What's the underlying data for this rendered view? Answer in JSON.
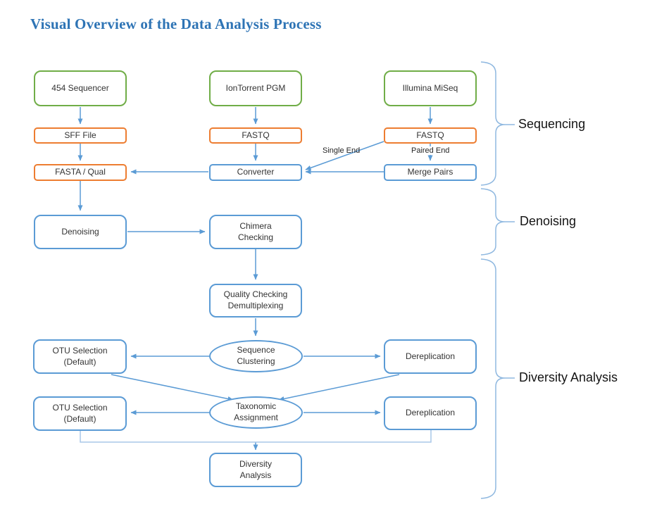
{
  "title": "Visual Overview of the Data Analysis Process",
  "colors": {
    "title_blue": "#2E74B5",
    "sequencer_green": "#70AD47",
    "file_orange": "#ED7D31",
    "process_blue": "#5B9BD5",
    "connector_light_blue": "#A9C7E9",
    "brace_blue": "#8FB8E0",
    "text_dark": "#333333"
  },
  "nodes": {
    "seq454": {
      "label": "454 Sequencer"
    },
    "iontorrent": {
      "label": "IonTorrent PGM"
    },
    "illumina": {
      "label": "Illumina MiSeq"
    },
    "sff": {
      "label": "SFF File"
    },
    "fastq_mid": {
      "label": "FASTQ"
    },
    "fastq_right": {
      "label": "FASTQ"
    },
    "fasta_qual": {
      "label": "FASTA / Qual"
    },
    "converter": {
      "label": "Converter"
    },
    "merge_pairs": {
      "label": "Merge Pairs"
    },
    "denoising": {
      "label": "Denoising"
    },
    "chimera": {
      "lines": [
        "Chimera",
        "Checking"
      ]
    },
    "quality": {
      "lines": [
        "Quality Checking",
        "Demultiplexing"
      ]
    },
    "seq_clustering": {
      "lines": [
        "Sequence",
        "Clustering"
      ]
    },
    "otu1": {
      "lines": [
        "OTU Selection",
        "(Default)"
      ]
    },
    "derep1": {
      "label": "Dereplication"
    },
    "taxonomic": {
      "lines": [
        "Taxonomic",
        "Assignment"
      ]
    },
    "otu2": {
      "lines": [
        "OTU Selection",
        "(Default)"
      ]
    },
    "derep2": {
      "label": "Dereplication"
    },
    "diversity": {
      "lines": [
        "Diversity",
        "Analysis"
      ]
    }
  },
  "edge_labels": {
    "single_end": "Single End",
    "paired_end": "Paired End"
  },
  "stage_labels": {
    "sequencing": "Sequencing",
    "denoising": "Denoising",
    "diversity": "Diversity Analysis"
  }
}
